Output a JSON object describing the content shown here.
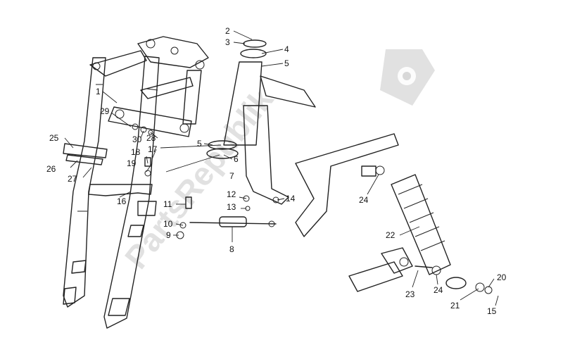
{
  "watermark": {
    "text": "PartsRepublik",
    "icon": "gear-icon"
  },
  "callouts": [
    {
      "id": "c1",
      "label": "1"
    },
    {
      "id": "c2",
      "label": "2"
    },
    {
      "id": "c3",
      "label": "3"
    },
    {
      "id": "c4",
      "label": "4"
    },
    {
      "id": "c5a",
      "label": "5"
    },
    {
      "id": "c5b",
      "label": "5"
    },
    {
      "id": "c6",
      "label": "6"
    },
    {
      "id": "c7",
      "label": "7"
    },
    {
      "id": "c8",
      "label": "8"
    },
    {
      "id": "c9",
      "label": "9"
    },
    {
      "id": "c10",
      "label": "10"
    },
    {
      "id": "c11",
      "label": "11"
    },
    {
      "id": "c12",
      "label": "12"
    },
    {
      "id": "c13",
      "label": "13"
    },
    {
      "id": "c14",
      "label": "14"
    },
    {
      "id": "c15",
      "label": "15"
    },
    {
      "id": "c16",
      "label": "16"
    },
    {
      "id": "c17",
      "label": "17"
    },
    {
      "id": "c18",
      "label": "18"
    },
    {
      "id": "c19",
      "label": "19"
    },
    {
      "id": "c20",
      "label": "20"
    },
    {
      "id": "c21",
      "label": "21"
    },
    {
      "id": "c22",
      "label": "22"
    },
    {
      "id": "c23",
      "label": "23"
    },
    {
      "id": "c24a",
      "label": "24"
    },
    {
      "id": "c24b",
      "label": "24"
    },
    {
      "id": "c25",
      "label": "25"
    },
    {
      "id": "c26",
      "label": "26"
    },
    {
      "id": "c27",
      "label": "27"
    },
    {
      "id": "c28",
      "label": "28"
    },
    {
      "id": "c29",
      "label": "29"
    },
    {
      "id": "c30",
      "label": "30"
    }
  ]
}
